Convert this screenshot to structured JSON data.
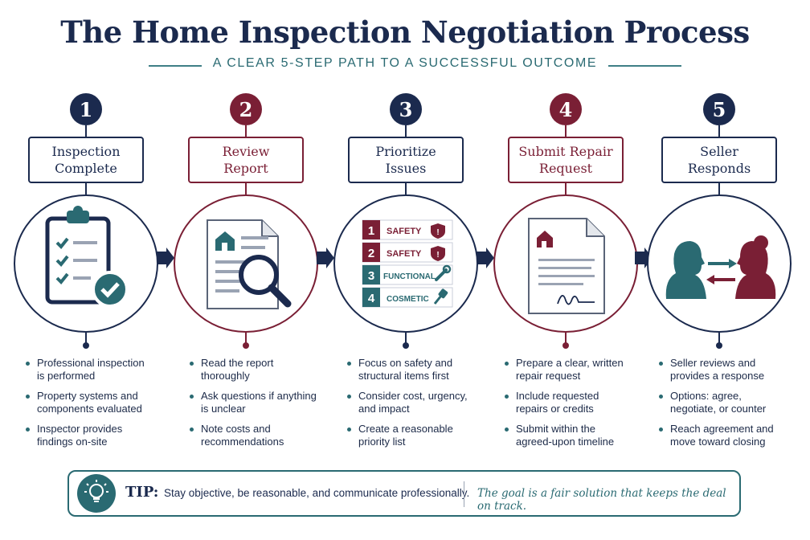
{
  "title": "The Home Inspection Negotiation Process",
  "subtitle": "A CLEAR 5-STEP PATH TO A SUCCESSFUL OUTCOME",
  "colors": {
    "navy": "#1b2a4e",
    "maroon": "#7a1f35",
    "teal": "#2a6a72"
  },
  "steps": [
    {
      "number": "1",
      "label_line1": "Inspection",
      "label_line2": "Complete",
      "icon": "clipboard-checklist-icon",
      "bullets": [
        "Professional inspection is performed",
        "Property systems and components evaluated",
        "Inspector provides findings on-site"
      ]
    },
    {
      "number": "2",
      "label_line1": "Review",
      "label_line2": "Report",
      "icon": "report-magnifier-icon",
      "bullets": [
        "Read the report thoroughly",
        "Ask questions if anything is unclear",
        "Note costs and recommendations"
      ]
    },
    {
      "number": "3",
      "label_line1": "Prioritize",
      "label_line2": "Issues",
      "icon": "priority-list-icon",
      "priority_list": [
        {
          "rank": "1",
          "text": "SAFETY",
          "icon": "shield-alert-icon"
        },
        {
          "rank": "2",
          "text": "SAFETY",
          "icon": "shield-alert-icon"
        },
        {
          "rank": "3",
          "text": "FUNCTIONAL",
          "icon": "wrench-icon"
        },
        {
          "rank": "4",
          "text": "COSMETIC",
          "icon": "paint-brush-icon"
        }
      ],
      "bullets": [
        "Focus on safety and structural items first",
        "Consider cost, urgency, and impact",
        "Create a reasonable priority list"
      ]
    },
    {
      "number": "4",
      "label_line1": "Submit Repair",
      "label_line2": "Request",
      "icon": "signed-document-icon",
      "bullets": [
        "Prepare a clear, written repair request",
        "Include requested repairs or credits",
        "Submit within the agreed-upon timeline"
      ]
    },
    {
      "number": "5",
      "label_line1": "Seller",
      "label_line2": "Responds",
      "icon": "two-people-exchange-icon",
      "bullets": [
        "Seller reviews and provides a response",
        "Options: agree, negotiate, or counter",
        "Reach agreement and move toward closing"
      ]
    }
  ],
  "tip": {
    "label": "TIP:",
    "text": "Stay objective, be reasonable, and communicate professionally.",
    "goal": "The goal is a fair solution that keeps the deal on track.",
    "icon": "lightbulb-icon"
  }
}
